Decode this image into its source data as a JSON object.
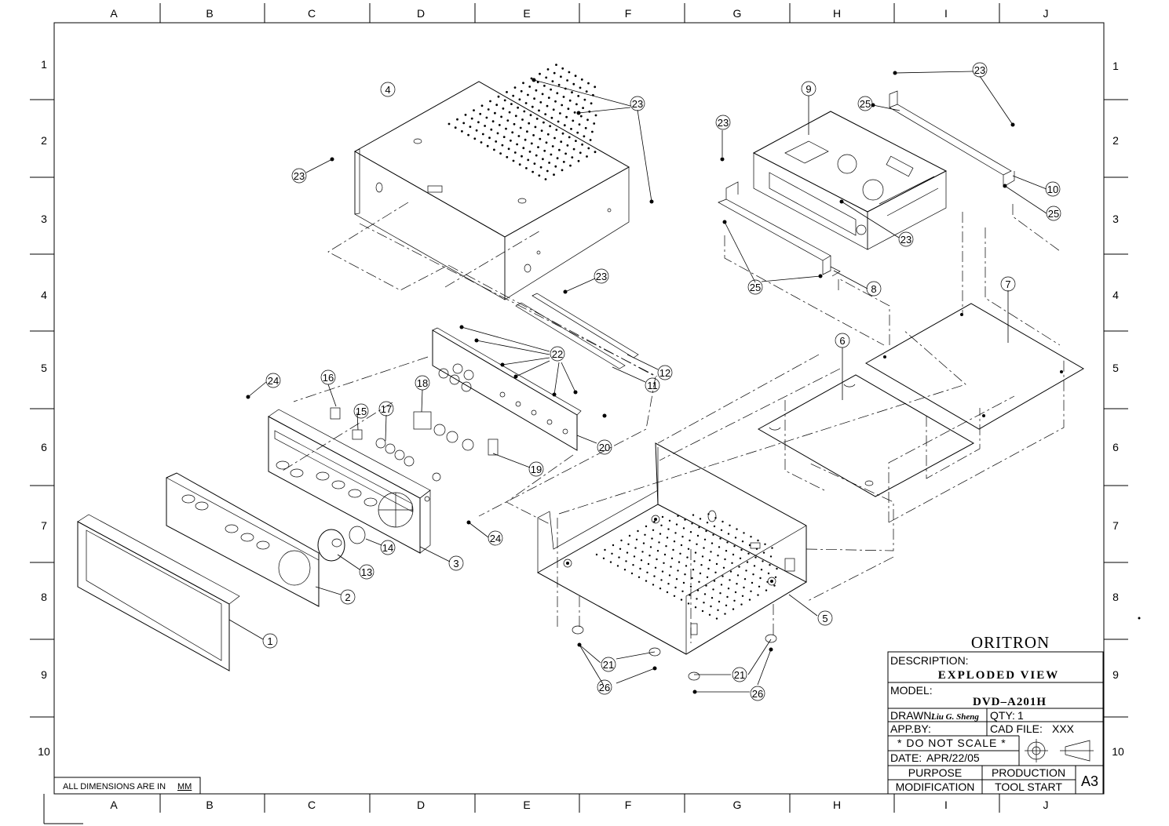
{
  "grid": {
    "columns": [
      "A",
      "B",
      "C",
      "D",
      "E",
      "F",
      "G",
      "H",
      "I",
      "J"
    ],
    "rows": [
      "1",
      "2",
      "3",
      "4",
      "5",
      "6",
      "7",
      "8",
      "9",
      "10"
    ]
  },
  "notes": {
    "dimensions": "ALL DIMENSIONS ARE IN",
    "dimensions_unit": "MM"
  },
  "callouts": [
    {
      "label": "1"
    },
    {
      "label": "2"
    },
    {
      "label": "3"
    },
    {
      "label": "4"
    },
    {
      "label": "5"
    },
    {
      "label": "6"
    },
    {
      "label": "7"
    },
    {
      "label": "8"
    },
    {
      "label": "9"
    },
    {
      "label": "10"
    },
    {
      "label": "11"
    },
    {
      "label": "12"
    },
    {
      "label": "13"
    },
    {
      "label": "14"
    },
    {
      "label": "15"
    },
    {
      "label": "16"
    },
    {
      "label": "17"
    },
    {
      "label": "18"
    },
    {
      "label": "19"
    },
    {
      "label": "20"
    },
    {
      "label": "21"
    },
    {
      "label": "21"
    },
    {
      "label": "22"
    },
    {
      "label": "23"
    },
    {
      "label": "23"
    },
    {
      "label": "23"
    },
    {
      "label": "23"
    },
    {
      "label": "23"
    },
    {
      "label": "23"
    },
    {
      "label": "24"
    },
    {
      "label": "24"
    },
    {
      "label": "25"
    },
    {
      "label": "25"
    },
    {
      "label": "25"
    },
    {
      "label": "26"
    },
    {
      "label": "26"
    }
  ],
  "title_block": {
    "company": "ORITRON",
    "description_label": "DESCRIPTION:",
    "description": "EXPLODED VIEW",
    "model_label": "MODEL:",
    "model": "DVD–A201H",
    "drawn_label": "DRAWN:",
    "drawn_by": "Liu G. Sheng",
    "qty_label": "QTY:",
    "qty": "1",
    "app_by_label": "APP.BY:",
    "cad_file_label": "CAD FILE:",
    "cad_file": "XXX",
    "scale_note": "* DO NOT SCALE *",
    "date_label": "DATE:",
    "date": "APR/22/05",
    "purpose_label": "PURPOSE",
    "purpose": "PRODUCTION",
    "modification_label": "MODIFICATION",
    "modification": "TOOL START",
    "sheet_size": "A3"
  }
}
